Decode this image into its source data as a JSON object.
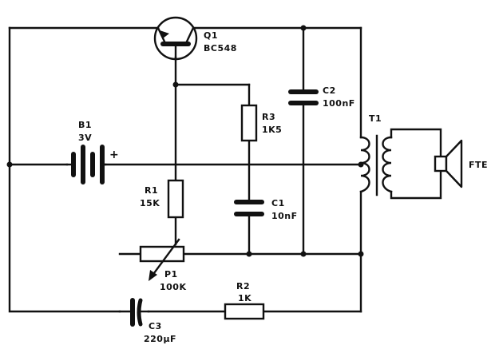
{
  "components": {
    "q1": {
      "ref": "Q1",
      "value": "BC548"
    },
    "r3": {
      "ref": "R3",
      "value": "1K5"
    },
    "c2": {
      "ref": "C2",
      "value": "100nF"
    },
    "t1": {
      "ref": "T1"
    },
    "fte": {
      "ref": "FTE"
    },
    "b1": {
      "ref": "B1",
      "value": "3V",
      "polarity": "+"
    },
    "c1": {
      "ref": "C1",
      "value": "10nF"
    },
    "r1": {
      "ref": "R1",
      "value": "15K"
    },
    "p1": {
      "ref": "P1",
      "value": "100K"
    },
    "r2": {
      "ref": "R2",
      "value": "1K"
    },
    "c3": {
      "ref": "C3",
      "value": "220µF"
    }
  }
}
